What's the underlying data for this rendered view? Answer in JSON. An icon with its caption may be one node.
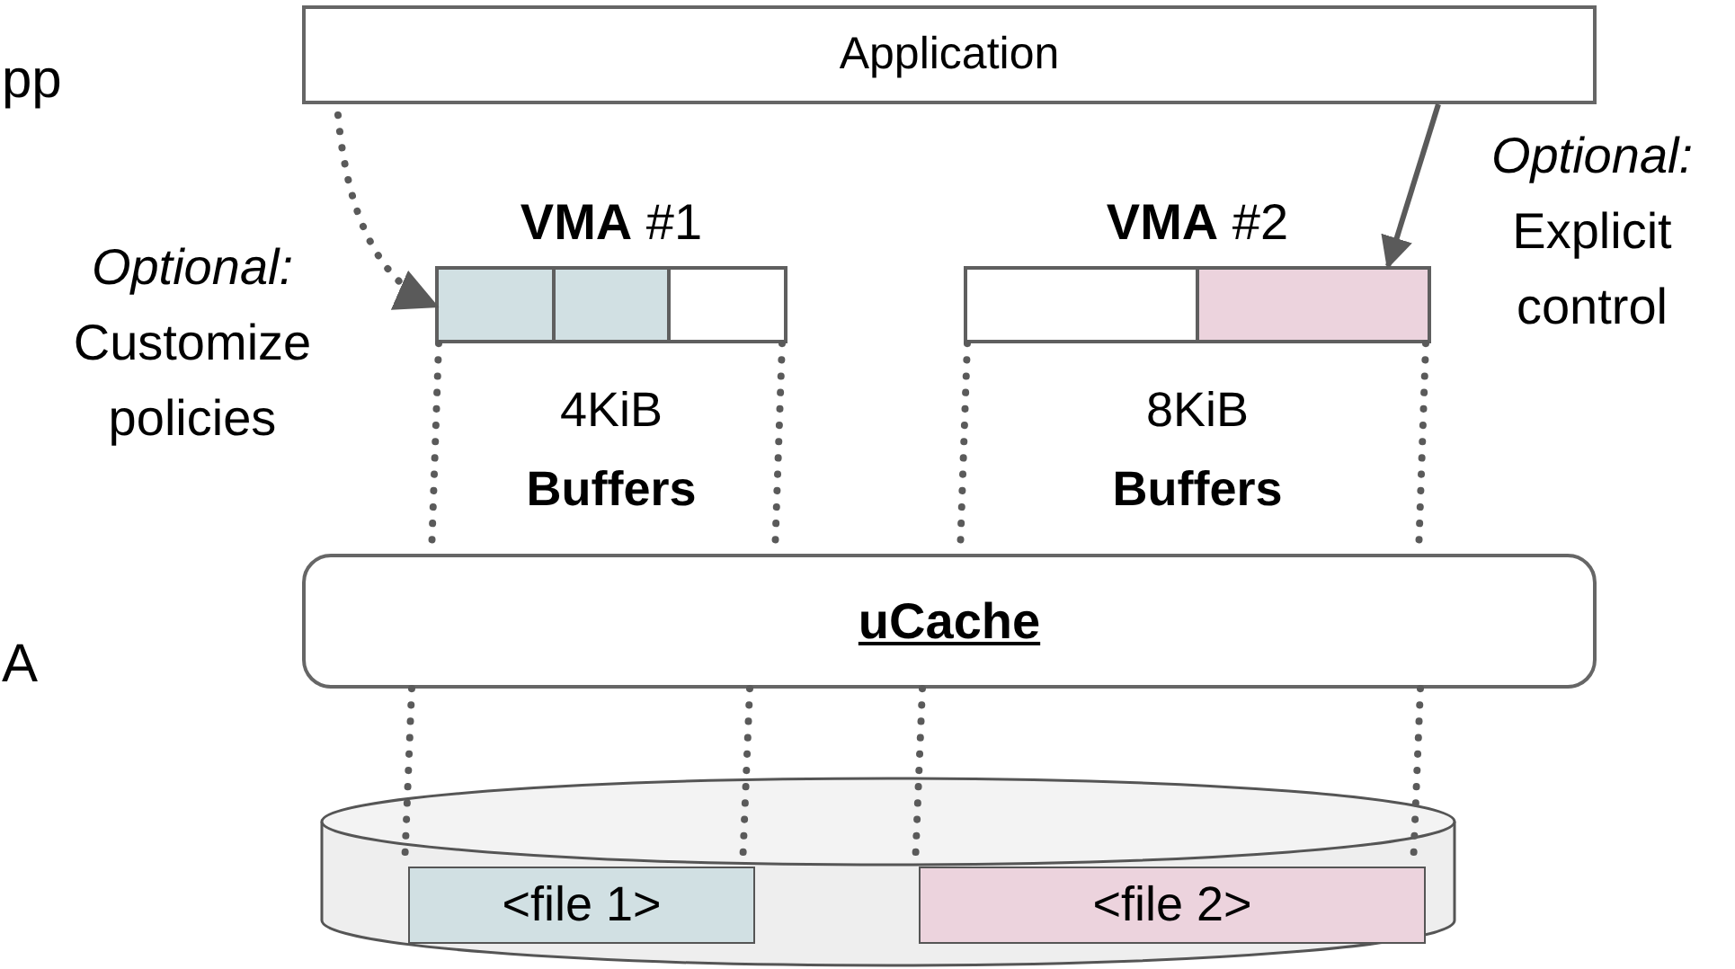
{
  "diagram": {
    "nodes": [
      {
        "text": [
          "Application"
        ]
      },
      {
        "text": [
          "**VMA** #1"
        ],
        "beside": [
          "4KiB",
          "Buffers"
        ]
      },
      {
        "text": [
          "**VMA** #2"
        ],
        "beside": [
          "8KiB",
          "Buffers"
        ]
      },
      {
        "text": [
          "uCache"
        ]
      },
      {
        "text": [],
        "shape": "cylinder"
      },
      {
        "text": [
          "<file 1>"
        ],
        "in": 4
      },
      {
        "text": [
          "<file 2>"
        ],
        "in": 4
      }
    ],
    "edges": [
      {
        "from": 0,
        "to": 1,
        "arrow": "to",
        "style": "dashed"
      },
      {
        "from": 0,
        "to": 2,
        "arrow": "to"
      },
      {
        "from": 1,
        "to": 3,
        "arrow": "none",
        "style": "dashed"
      },
      {
        "from": 1,
        "to": 3,
        "arrow": "none",
        "style": "dashed"
      },
      {
        "from": 2,
        "to": 3,
        "arrow": "none",
        "style": "dashed"
      },
      {
        "from": 2,
        "to": 3,
        "arrow": "none",
        "style": "dashed"
      },
      {
        "from": 3,
        "to": 5,
        "arrow": "none",
        "style": "dashed"
      },
      {
        "from": 3,
        "to": 5,
        "arrow": "none",
        "style": "dashed"
      },
      {
        "from": 3,
        "to": 6,
        "arrow": "none",
        "style": "dashed"
      },
      {
        "from": 3,
        "to": 6,
        "arrow": "none",
        "style": "dashed"
      }
    ],
    "labels": [
      "pp",
      "*Optional:* Customize policies",
      "A",
      "*Optional:* Explicit control"
    ]
  }
}
